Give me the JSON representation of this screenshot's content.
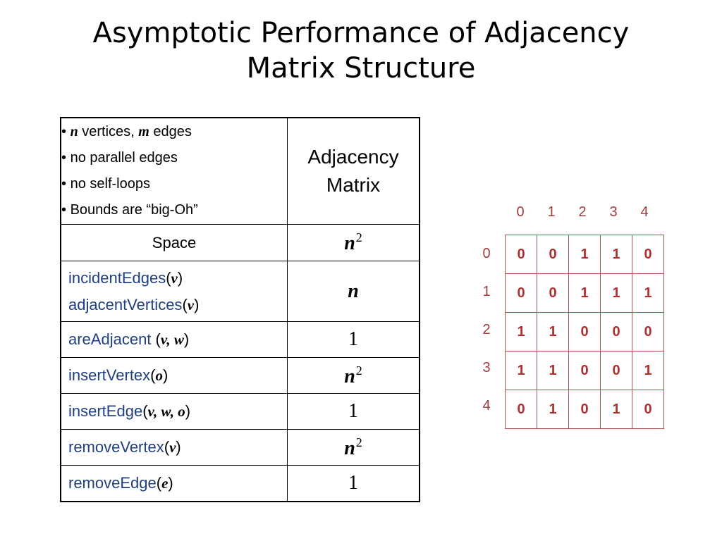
{
  "title": {
    "line1": "Asymptotic Performance of Adjacency",
    "line2": "Matrix Structure"
  },
  "table": {
    "assumptions": [
      {
        "var1": "n",
        "text1": " vertices, ",
        "var2": "m",
        "text2": " edges"
      },
      {
        "text": "no parallel edges"
      },
      {
        "text": "no self-loops"
      },
      {
        "text": "Bounds are “big-Oh”"
      }
    ],
    "bullet": "•",
    "header": {
      "line1": "Adjacency",
      "line2": "Matrix"
    },
    "space": {
      "label": "Space",
      "bound_var": "n",
      "bound_exp": "2"
    },
    "ops": {
      "incident": {
        "name": "incidentEdges",
        "args": "v"
      },
      "adjacentVertices": {
        "name": "adjacentVertices",
        "args": "v"
      },
      "incident_bound": "n",
      "areAdjacent": {
        "name": "areAdjacent ",
        "args": "v, w",
        "bound": "1"
      },
      "insertVertex": {
        "name": "insertVertex",
        "args": "o",
        "bound_var": "n",
        "bound_exp": "2"
      },
      "insertEdge": {
        "name": "insertEdge",
        "args": "v, w, o",
        "bound": "1"
      },
      "removeVertex": {
        "name": "removeVertex",
        "args": "v",
        "bound_var": "n",
        "bound_exp": "2"
      },
      "removeEdge": {
        "name": "removeEdge",
        "args": "e",
        "bound": "1"
      }
    },
    "open_paren": "(",
    "close_paren": ")"
  },
  "matrix": {
    "col_labels": [
      "0",
      "1",
      "2",
      "3",
      "4"
    ],
    "row_labels": [
      "0",
      "1",
      "2",
      "3",
      "4"
    ],
    "rows": [
      [
        "0",
        "0",
        "1",
        "1",
        "0"
      ],
      [
        "0",
        "0",
        "1",
        "1",
        "1"
      ],
      [
        "1",
        "1",
        "0",
        "0",
        "0"
      ],
      [
        "1",
        "1",
        "0",
        "0",
        "1"
      ],
      [
        "0",
        "1",
        "0",
        "1",
        "0"
      ]
    ],
    "colors": {
      "labels": "#A03C3C",
      "cells": "#B03030",
      "border": "#B05050"
    }
  }
}
